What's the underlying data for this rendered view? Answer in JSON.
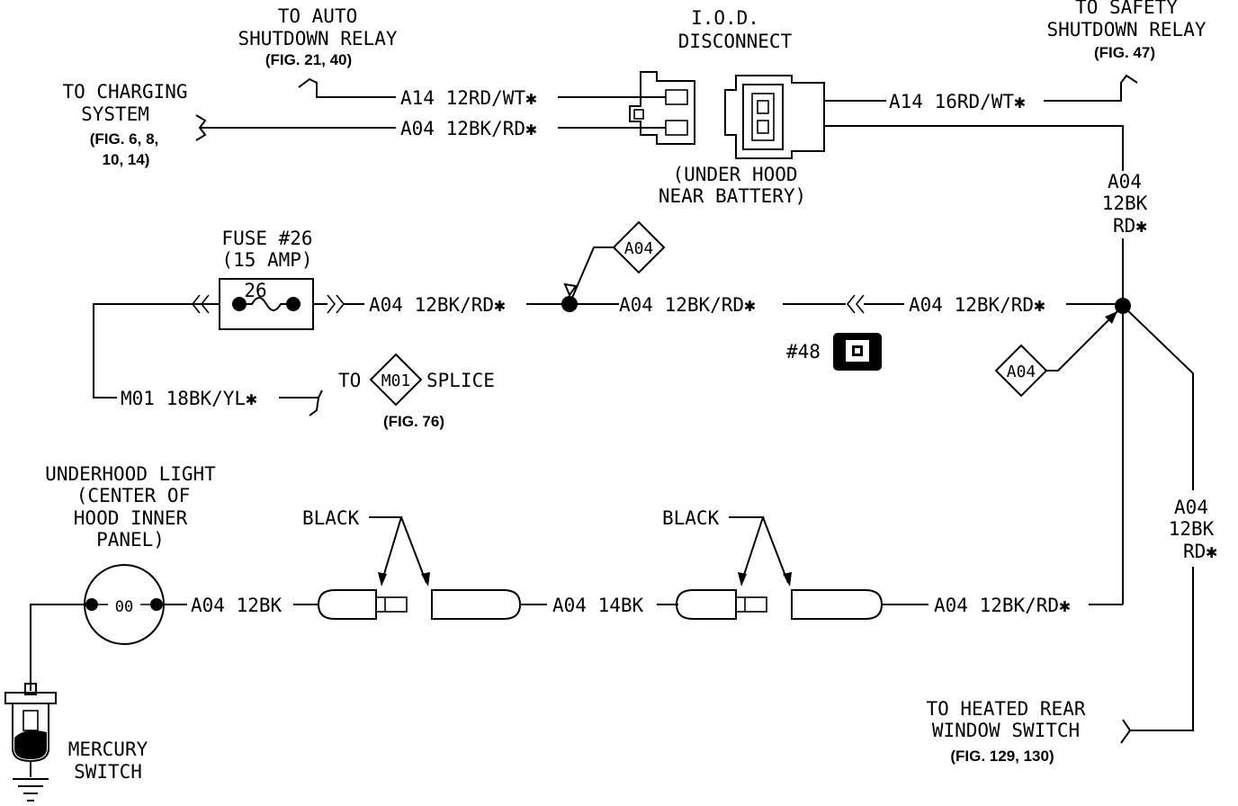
{
  "relay_auto": {
    "line1": "TO AUTO",
    "line2": "SHUTDOWN RELAY",
    "fig": "(FIG. 21, 40)"
  },
  "iod": {
    "line1": "I.O.D.",
    "line2": "DISCONNECT",
    "loc1": "(UNDER HOOD",
    "loc2": "NEAR BATTERY)"
  },
  "relay_safety": {
    "line1": "TO SAFETY",
    "line2": "SHUTDOWN RELAY",
    "fig": "(FIG. 47)"
  },
  "charging": {
    "line1": "TO CHARGING",
    "line2": "SYSTEM",
    "fig1": "(FIG. 6, 8,",
    "fig2": "10, 14)"
  },
  "wires": {
    "a14_12": "A14 12RD/WT✱",
    "a04_12_top": "A04 12BK/RD✱",
    "a14_16": "A14 16RD/WT✱",
    "a04_fuse_out": "A04 12BK/RD✱",
    "a04_mid": "A04 12BK/RD✱",
    "a04_right": "A04 12BK/RD✱",
    "m01": "M01 18BK/YL✱",
    "a04_light": "A04 12BK",
    "a04_14": "A04 14BK",
    "a04_bottom": "A04 12BK/RD✱"
  },
  "vertical_right": {
    "l1": "A04",
    "l2": "12BK",
    "l3": "RD✱"
  },
  "vertical_lower": {
    "l1": "A04",
    "l2": "12BK",
    "l3": "RD✱"
  },
  "fuse": {
    "line1": "FUSE #26",
    "line2": "(15 AMP)",
    "num": "26"
  },
  "splice_tags": {
    "top": "A04",
    "right": "A04",
    "m01": "M01"
  },
  "m01_splice": {
    "to": "TO",
    "splice": "SPLICE",
    "fig": "(FIG. 76)"
  },
  "connector48": "#48",
  "underhood_light": {
    "l1": "UNDERHOOD LIGHT",
    "l2": "(CENTER OF",
    "l3": "HOOD INNER",
    "l4": "PANEL)",
    "bulb": "00"
  },
  "black_labels": {
    "left": "BLACK",
    "right": "BLACK"
  },
  "heated_rear": {
    "l1": "TO HEATED REAR",
    "l2": "WINDOW SWITCH",
    "fig": "(FIG. 129, 130)"
  },
  "mercury": {
    "l1": "MERCURY",
    "l2": "SWITCH"
  }
}
